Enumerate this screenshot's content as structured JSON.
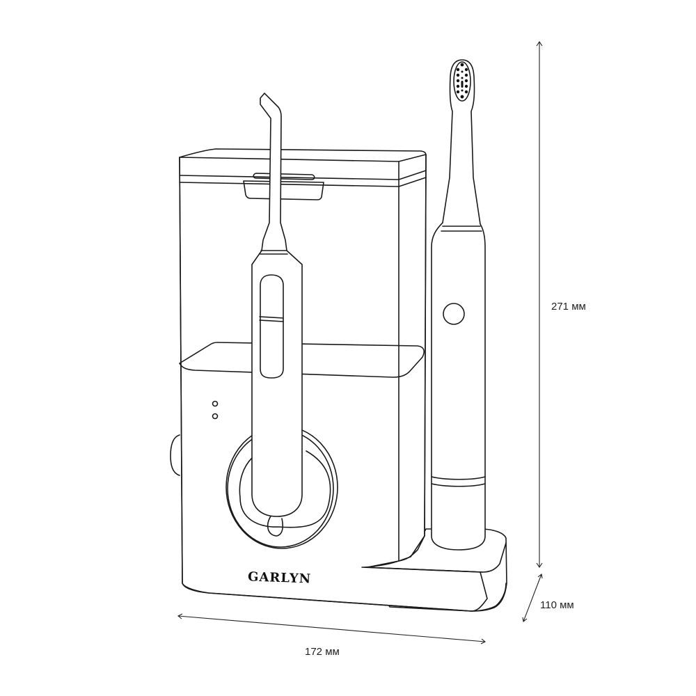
{
  "product": {
    "brand": "GARLYN"
  },
  "dimensions": {
    "height": "271 мм",
    "depth": "110 мм",
    "width": "172 мм"
  }
}
